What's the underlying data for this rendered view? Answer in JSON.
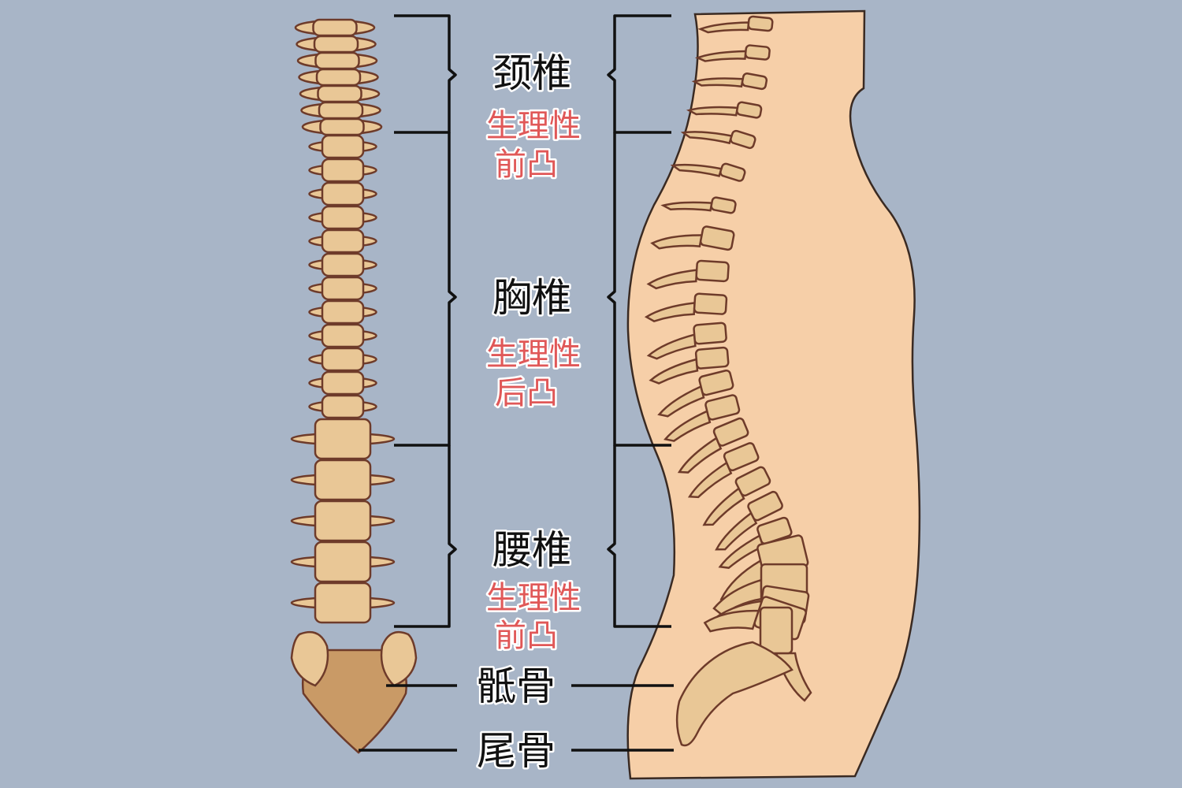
{
  "labels": {
    "cervical": {
      "name": "颈椎",
      "curve_line1": "生理性",
      "curve_line2": "前凸"
    },
    "thoracic": {
      "name": "胸椎",
      "curve_line1": "生理性",
      "curve_line2": "后凸"
    },
    "lumbar": {
      "name": "腰椎",
      "curve_line1": "生理性",
      "curve_line2": "前凸"
    },
    "sacrum": {
      "name": "骶骨"
    },
    "coccyx": {
      "name": "尾骨"
    }
  },
  "colors": {
    "background": "#a8b5c7",
    "bone": "#e9c796",
    "outline": "#6e3b2a",
    "body": "#f6cfa8",
    "accent": "#e05858"
  }
}
